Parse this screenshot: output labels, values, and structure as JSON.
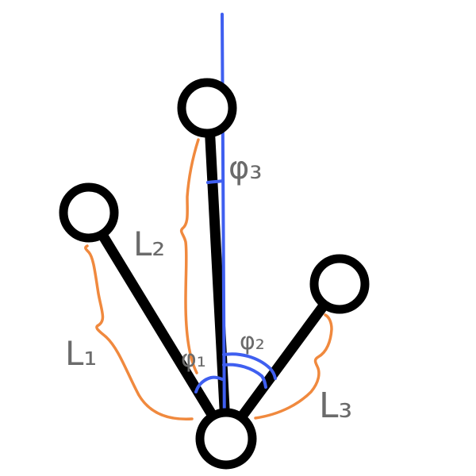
{
  "diagram": {
    "labels": {
      "length_1": "L₁",
      "length_2": "L₂",
      "length_3": "L₃",
      "angle_1": "φ₁",
      "angle_2": "φ₂",
      "angle_3": "φ₃"
    },
    "colors": {
      "rods": "#000000",
      "length_braces": "#f0893e",
      "reference_and_angles": "#3f5ff0",
      "label_text": "#6b6b6b",
      "background": "#ffffff"
    }
  }
}
